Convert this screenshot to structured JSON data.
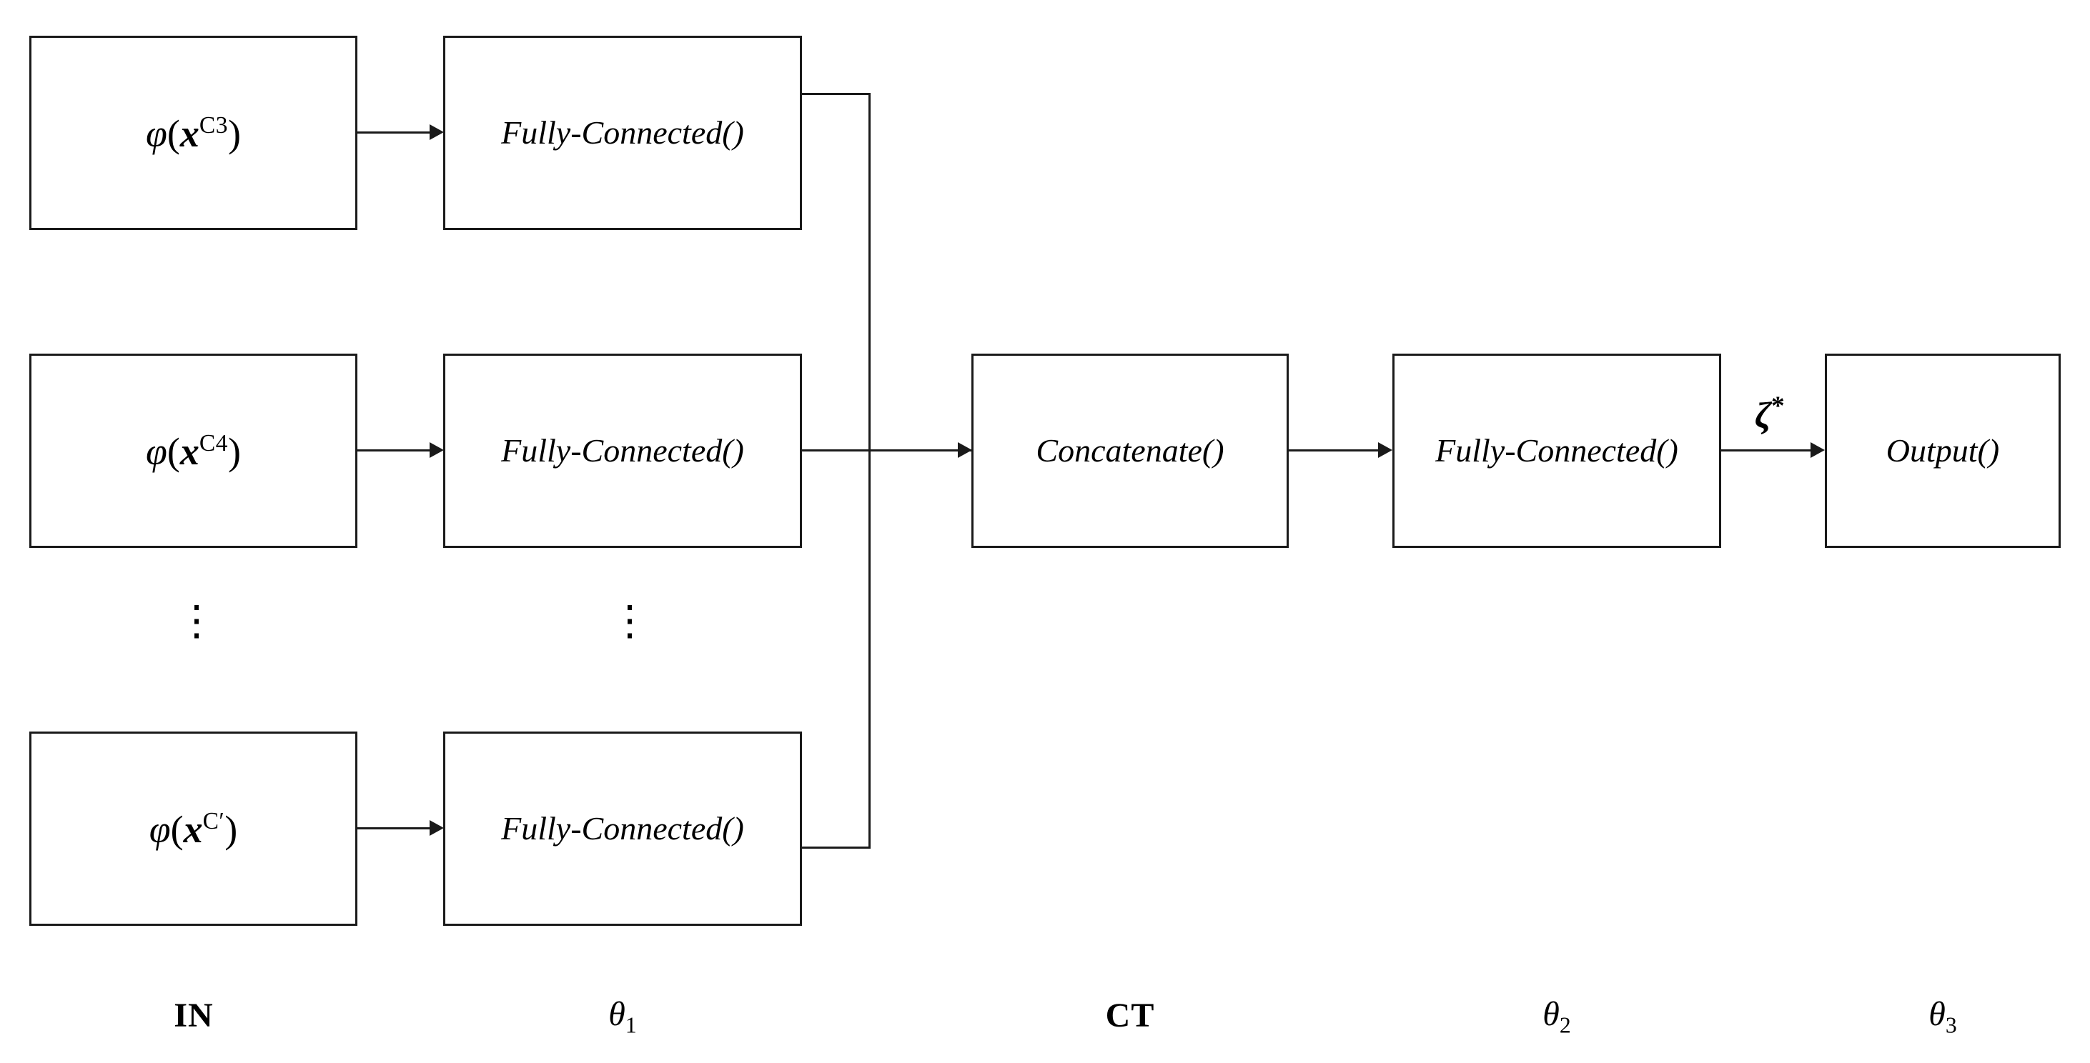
{
  "diagram": {
    "title": "Neural network architecture block diagram",
    "background_color": "#ffffff",
    "line_color": "#1a1a1a"
  },
  "inputs": [
    {
      "id": "in-c3",
      "phi": "φ",
      "open": "(",
      "var": "x",
      "sup": "C3",
      "close": ")"
    },
    {
      "id": "in-c4",
      "phi": "φ",
      "open": "(",
      "var": "x",
      "sup": "C4",
      "close": ")"
    },
    {
      "id": "in-cprime",
      "phi": "φ",
      "open": "(",
      "var": "x",
      "sup": "C′",
      "close": ")"
    }
  ],
  "layers": {
    "fc_top_label": "Fully-Connected()",
    "fc_mid_label": "Fully-Connected()",
    "fc_bot_label": "Fully-Connected()",
    "concatenate_label": "Concatenate()",
    "fc_theta2_label": "Fully-Connected()",
    "output_label": "Output()"
  },
  "ellipsis": {
    "input_column": "⋮",
    "fc_column": "⋮"
  },
  "edge_labels": {
    "latent": "ζ",
    "latent_sup": "*"
  },
  "stage_labels": [
    {
      "id": "stage-in",
      "text": "IN",
      "sub": "",
      "style": "bold"
    },
    {
      "id": "stage-theta1",
      "text": "θ",
      "sub": "1",
      "style": "greek"
    },
    {
      "id": "stage-ct",
      "text": "CT",
      "sub": "",
      "style": "bold"
    },
    {
      "id": "stage-theta2",
      "text": "θ",
      "sub": "2",
      "style": "greek"
    },
    {
      "id": "stage-theta3",
      "text": "θ",
      "sub": "3",
      "style": "greek"
    }
  ]
}
